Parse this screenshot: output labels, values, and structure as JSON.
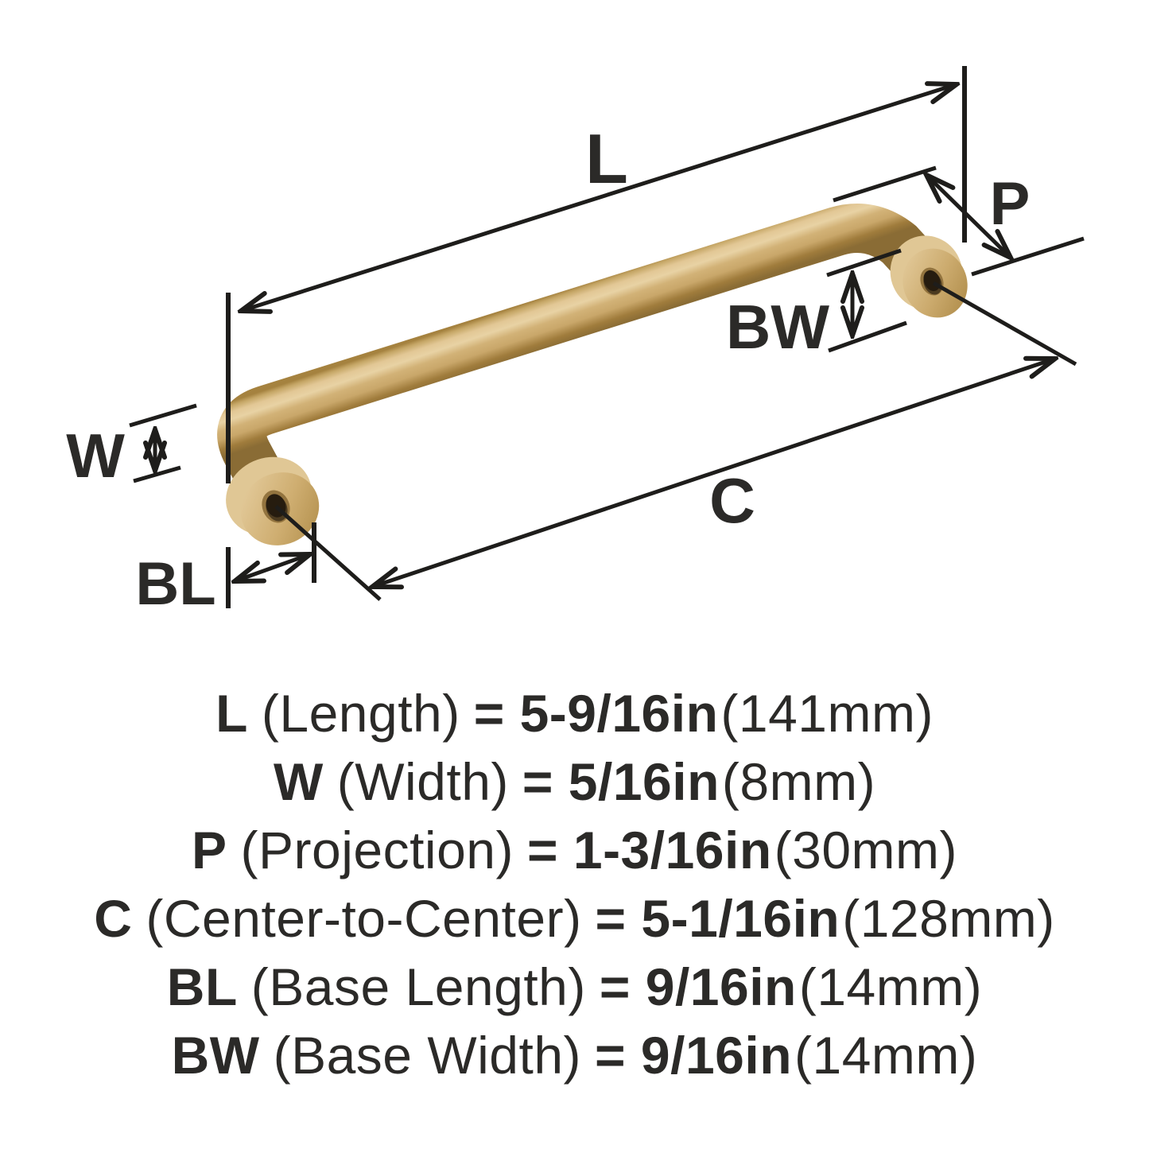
{
  "diagram": {
    "labels": {
      "length": "L",
      "projection": "P",
      "base_width": "BW",
      "width": "W",
      "center_to_center": "C",
      "base_length": "BL"
    },
    "colors": {
      "brass_highlight": "#e8d2a4",
      "brass_mid": "#c9a76a",
      "brass_dark": "#8a6c35",
      "dimension_line": "#1e1d1b",
      "label_text": "#2b2a28",
      "background": "#ffffff"
    }
  },
  "specs": [
    {
      "abbr": "L",
      "name": "(Length)",
      "value": "= 5-9/16in",
      "metric": "(141mm)"
    },
    {
      "abbr": "W",
      "name": "(Width)",
      "value": "= 5/16in",
      "metric": "(8mm)"
    },
    {
      "abbr": "P",
      "name": "(Projection)",
      "value": "= 1-3/16in",
      "metric": "(30mm)"
    },
    {
      "abbr": "C",
      "name": "(Center-to-Center)",
      "value": "= 5-1/16in",
      "metric": "(128mm)"
    },
    {
      "abbr": "BL",
      "name": "(Base Length)",
      "value": "= 9/16in",
      "metric": "(14mm)"
    },
    {
      "abbr": "BW",
      "name": "(Base Width)",
      "value": "= 9/16in",
      "metric": "(14mm)"
    }
  ]
}
